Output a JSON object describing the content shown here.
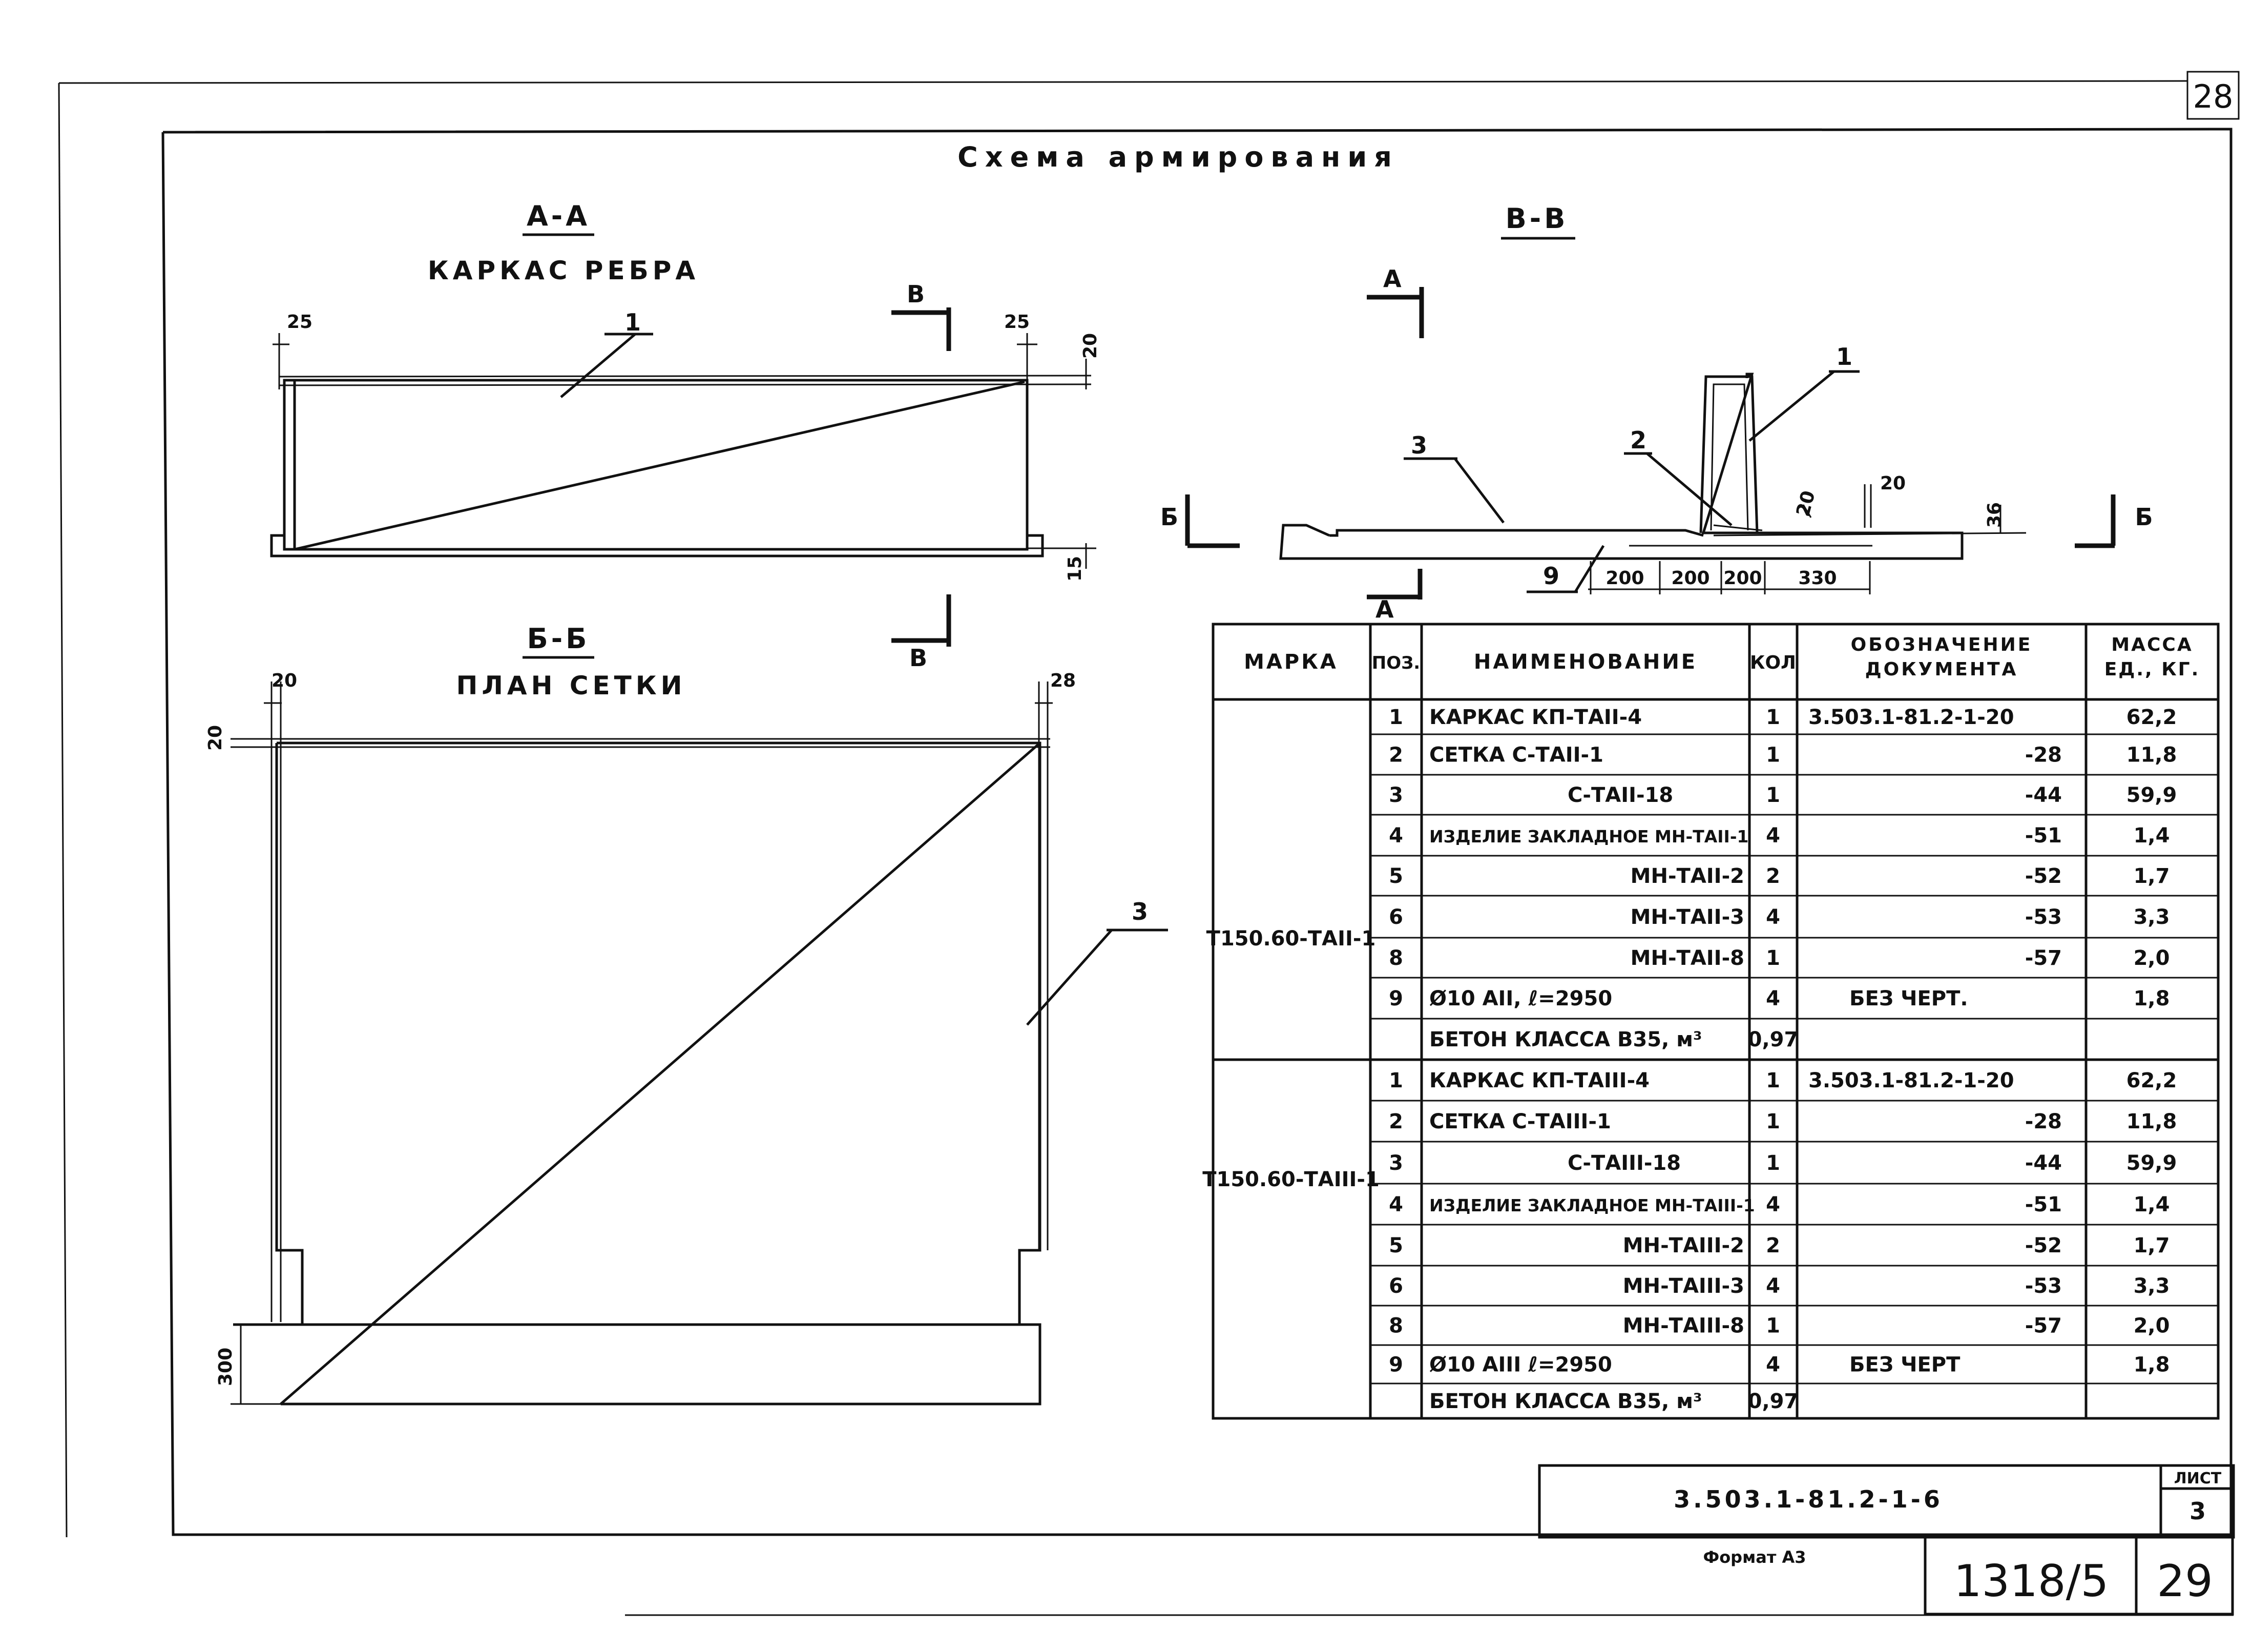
{
  "sheet": {
    "corner_number": "28",
    "title": "Схема армирования",
    "format_label": "Формат А3",
    "archive_number": "1318/5",
    "page_number": "29"
  },
  "section_aa": {
    "label": "А-А",
    "subtitle": "КАРКАС РЕБРА",
    "dims": {
      "left_offset": "25",
      "right_offset": "25",
      "top": "20",
      "bottom": "15"
    },
    "position": "1",
    "cut_mark": "В"
  },
  "section_bb": {
    "label": "Б-Б",
    "subtitle": "ПЛАН СЕТКИ",
    "dims": {
      "left_offset": "20",
      "right_offset": "28",
      "top": "20",
      "bottom": "300"
    },
    "position": "3"
  },
  "section_vv": {
    "label": "В-В",
    "cut_mark_a": "А",
    "cut_mark_b": "Б",
    "positions": [
      "1",
      "2",
      "3",
      "9"
    ],
    "dims": {
      "rib": "20",
      "tip": "20",
      "slab": "36",
      "spacing": [
        "200",
        "200",
        "200",
        "330"
      ]
    }
  },
  "spec_table": {
    "headers": {
      "mark": "МАРКА",
      "pos": "ПОЗ.",
      "name": "НАИМЕНОВАНИЕ",
      "qty": "КОЛ",
      "doc": "ОБОЗНАЧЕНИЕ ДОКУМЕНТА",
      "mass": "МАССА ЕД., КГ."
    },
    "groups": [
      {
        "mark": "Т150.60-ТАII-1",
        "rows": [
          {
            "pos": "1",
            "name": "КАРКАС  КП-ТАII-4",
            "qty": "1",
            "doc": "3.503.1-81.2-1-20",
            "mass": "62,2"
          },
          {
            "pos": "2",
            "name": "СЕТКА  С-ТАII-1",
            "qty": "1",
            "doc": "-28",
            "mass": "11,8"
          },
          {
            "pos": "3",
            "name": "С-ТАII-18",
            "qty": "1",
            "doc": "-44",
            "mass": "59,9"
          },
          {
            "pos": "4",
            "name": "ИЗДЕЛИЕ ЗАКЛАДНОЕ МН-ТАII-1",
            "qty": "4",
            "doc": "-51",
            "mass": "1,4"
          },
          {
            "pos": "5",
            "name": "МН-ТАII-2",
            "qty": "2",
            "doc": "-52",
            "mass": "1,7"
          },
          {
            "pos": "6",
            "name": "МН-ТАII-3",
            "qty": "4",
            "doc": "-53",
            "mass": "3,3"
          },
          {
            "pos": "8",
            "name": "МН-ТАII-8",
            "qty": "1",
            "doc": "-57",
            "mass": "2,0"
          },
          {
            "pos": "9",
            "name": "Ø10 АII, ℓ=2950",
            "qty": "4",
            "doc": "БЕЗ ЧЕРТ.",
            "mass": "1,8"
          },
          {
            "pos": "",
            "name": "БЕТОН КЛАССА В35, м³",
            "qty": "0,97",
            "doc": "",
            "mass": ""
          }
        ]
      },
      {
        "mark": "Т150.60-ТАIII-1",
        "rows": [
          {
            "pos": "1",
            "name": "КАРКАС  КП-ТАIII-4",
            "qty": "1",
            "doc": "3.503.1-81.2-1-20",
            "mass": "62,2"
          },
          {
            "pos": "2",
            "name": "СЕТКА  С-ТАIII-1",
            "qty": "1",
            "doc": "-28",
            "mass": "11,8"
          },
          {
            "pos": "3",
            "name": "С-ТАIII-18",
            "qty": "1",
            "doc": "-44",
            "mass": "59,9"
          },
          {
            "pos": "4",
            "name": "ИЗДЕЛИЕ ЗАКЛАДНОЕ МН-ТАIII-1",
            "qty": "4",
            "doc": "-51",
            "mass": "1,4"
          },
          {
            "pos": "5",
            "name": "МН-ТАIII-2",
            "qty": "2",
            "doc": "-52",
            "mass": "1,7"
          },
          {
            "pos": "6",
            "name": "МН-ТАIII-3",
            "qty": "4",
            "doc": "-53",
            "mass": "3,3"
          },
          {
            "pos": "8",
            "name": "МН-ТАIII-8",
            "qty": "1",
            "doc": "-57",
            "mass": "2,0"
          },
          {
            "pos": "9",
            "name": "Ø10 АIII ℓ=2950",
            "qty": "4",
            "doc": "БЕЗ ЧЕРТ",
            "mass": "1,8"
          },
          {
            "pos": "",
            "name": "БЕТОН КЛАССА В35, м³",
            "qty": "0,97",
            "doc": "",
            "mass": ""
          }
        ]
      }
    ]
  },
  "title_block": {
    "code": "3.503.1-81.2-1-6",
    "sheet_label": "ЛИСТ",
    "sheet_number": "3"
  }
}
